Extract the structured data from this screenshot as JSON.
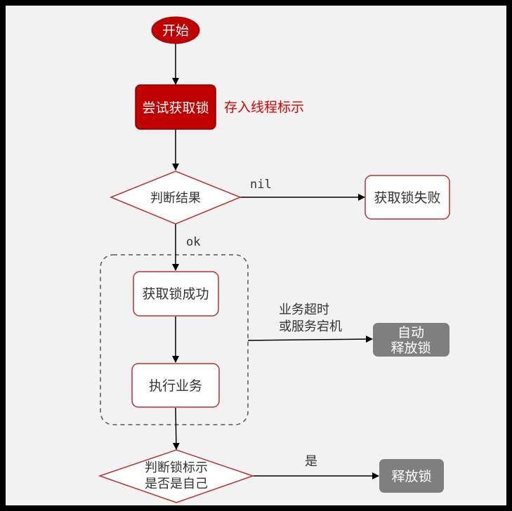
{
  "nodes": {
    "start": "开始",
    "try_lock": "尝试获取锁",
    "store_thread": "存入线程标示",
    "judge_result": "判断结果",
    "lock_failed": "获取锁失败",
    "lock_success": "获取锁成功",
    "execute": "执行业务",
    "auto_release_line1": "自动",
    "auto_release_line2": "释放锁",
    "judge_owner_line1": "判断锁标示",
    "judge_owner_line2": "是否是自己",
    "release": "释放锁"
  },
  "edges": {
    "nil": "nil",
    "ok": "ok",
    "timeout_line1": "业务超时",
    "timeout_line2": "或服务宕机",
    "yes": "是"
  },
  "colors": {
    "accent_red": "#c00000",
    "border_red": "#b83232",
    "gray_box": "#7f7f7f",
    "background": "#f2f2f2",
    "frame": "#000000"
  }
}
